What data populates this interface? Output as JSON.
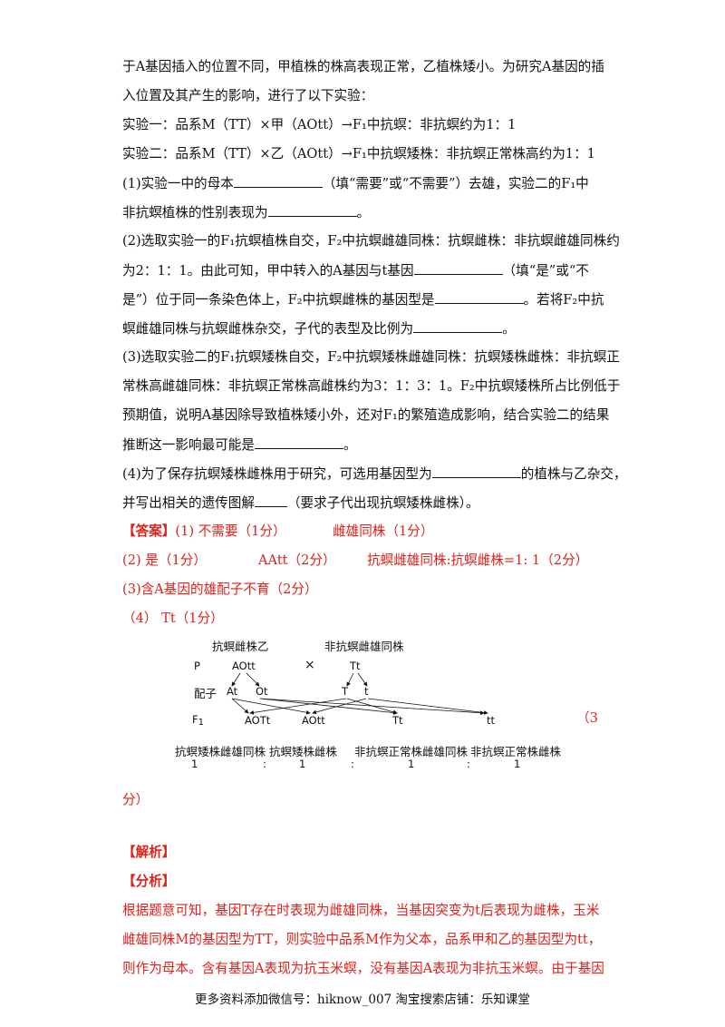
{
  "question": {
    "l1": "于A基因插入的位置不同，甲植株的株高表现正常，乙植株矮小。为研究A基因的插",
    "l2": "入位置及其产生的影响，进行了以下实验：",
    "l3": "实验一：品系M（TT）×甲（AOtt）→F₁中抗螟：非抗螟约为1：1",
    "l4": "实验二：品系M（TT）×乙（AOtt）→F₁中抗螟矮株：非抗螟正常株高约为1：1",
    "q1a_pre": "(1)实验一中的母本",
    "q1a_post": "（填“需要”或“不需要”）去雄，实验二的F₁中",
    "q1b_pre": "非抗螟植株的性别表现为",
    "q1b_post": "。",
    "q2a": "(2)选取实验一的F₁抗螟植株自交，F₂中抗螟雌雄同株：抗螟雌株：非抗螟雌雄同株约",
    "q2b_pre": "为2：1：1。由此可知，甲中转入的A基因与t基因",
    "q2b_post": "（填“是”或“不",
    "q2c_pre": "是”）位于同一条染色体上，F₂中抗螟雌株的基因型是",
    "q2c_post": "。若将F₂中抗",
    "q2d_pre": "螟雌雄同株与抗螟雌株杂交，子代的表型及比例为",
    "q2d_post": "。",
    "q3a": "(3)选取实验二的F₁抗螟矮株自交，F₂中抗螟矮株雌雄同株：抗螟矮株雌株：非抗螟正",
    "q3b": "常株高雌雄同株：非抗螟正常株高雌株约为3：1：3：1。F₂中抗螟矮株所占比例低于",
    "q3c": "预期值，说明A基因除导致植株矮小外，还对F₁的繁殖造成影响，结合实验二的结果",
    "q3d_pre": "推断这一影响最可能是",
    "q3d_post": "。",
    "q4a_pre": "(4)为了保存抗螟矮株雌株用于研究，可选用基因型为",
    "q4a_post": "的植株与乙杂交，",
    "q4b_pre": "并写出相关的遗传图解",
    "q4b_post": "（要求子代出现抗螟矮株雌株）。"
  },
  "answer": {
    "label": "【答案】",
    "a1_1": "(1) 不需要（1分）",
    "a1_2": "雌雄同株（1分）",
    "a2_1": "(2) 是（1分）",
    "a2_2": "AAtt（2分）",
    "a2_3": "抗螟雌雄同株:抗螟雌株=1: 1（2分）",
    "a3": "(3)含A基因的雄配子不育（2分）",
    "a4": "（4）  Tt（1分）"
  },
  "cross": {
    "parent_left": "抗螟雌株乙",
    "parent_right": "非抗螟雌雄同株",
    "p_label": "P",
    "p_left_genotype": "AOtt",
    "cross_symbol": "×",
    "p_right_genotype": "Tt",
    "gamete_label": "配子",
    "gamete_1": "At",
    "gamete_2": "Ot",
    "gamete_3": "T",
    "gamete_4": "t",
    "f1_label": "F",
    "f1_sub": "1",
    "offspring": [
      "AOTt",
      "AOtt",
      "Tt",
      "tt"
    ],
    "phenotypes": [
      "抗螟矮株雌雄同株",
      "抗螟矮株雌株",
      "非抗螟正常株雌雄同株",
      "非抗螟正常株雌株"
    ],
    "ratio": [
      "1",
      "1",
      "1",
      "1"
    ],
    "ratio_sep": ":",
    "score_a": "（3",
    "score_b": "分）"
  },
  "analysis": {
    "label": "【解析】",
    "sub_label": "【分析】",
    "p1": "根据题意可知，基因T存在时表现为雌雄同株，当基因突变为t后表现为雌株，玉米",
    "p2": "雌雄同株M的基因型为TT，则实验中品系M作为父本，品系甲和乙的基因型为tt，",
    "p3": "则作为母本。含有基因A表现为抗玉米螟，没有基因A表现为非抗玉米螟。由于基因"
  },
  "footer": "更多资料添加微信号：hiknow_007   淘宝搜索店铺：乐知课堂"
}
